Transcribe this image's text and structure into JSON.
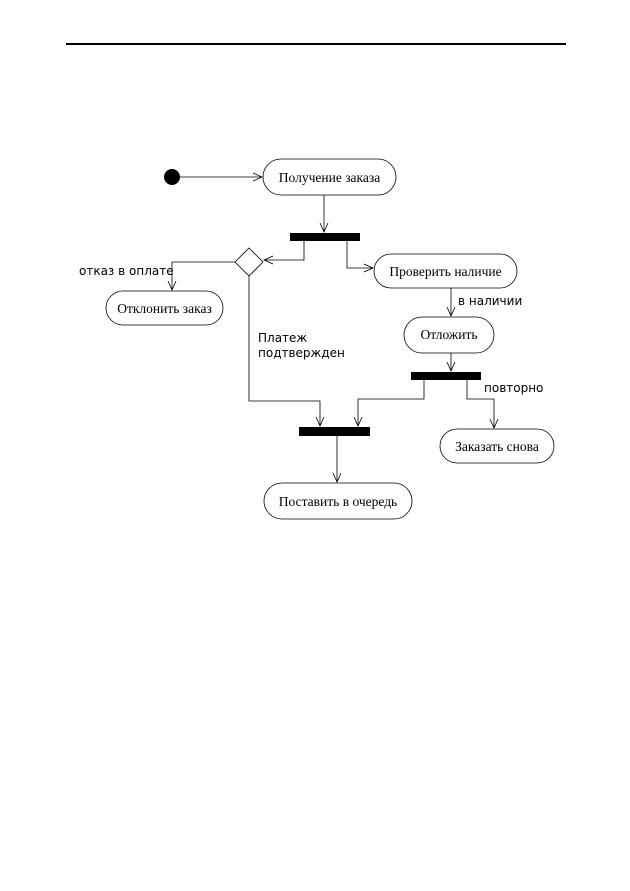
{
  "nodes": {
    "receive_order": "Получение заказа",
    "check_stock": "Проверить наличие",
    "reject_order": "Отклонить заказ",
    "postpone": "Отложить",
    "reorder": "Заказать снова",
    "queue": "Поставить в очередь"
  },
  "edges": {
    "payment_refused": "отказ в оплате",
    "payment_confirmed_line1": "Платеж",
    "payment_confirmed_line2": "подтвержден",
    "in_stock": "в наличии",
    "again": "повторно"
  }
}
